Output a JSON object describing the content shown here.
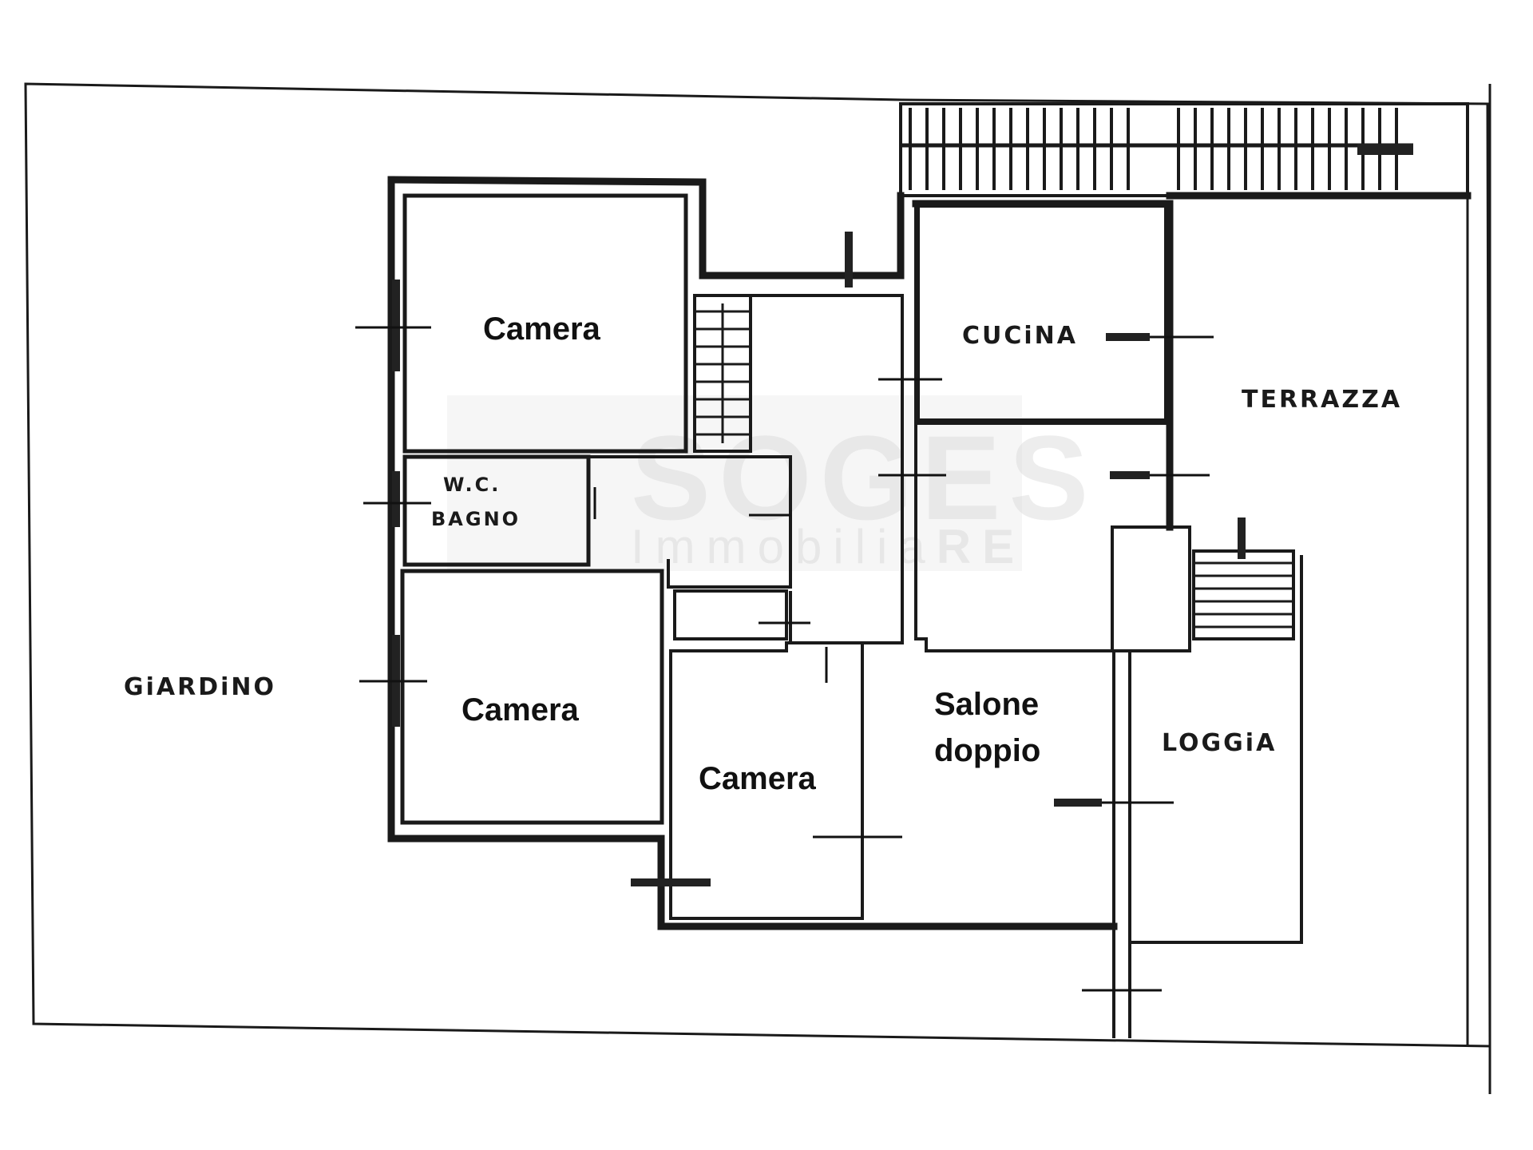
{
  "labels": {
    "giardino": "GiARDiNO",
    "terrazza": "TERRAZZA",
    "cucina": "CUCiNA",
    "loggia": "LOGGiA",
    "wc": "W.C.",
    "bagno": "BAGNO",
    "camera_top": "Camera",
    "camera_left": "Camera",
    "camera_bottom": "Camera",
    "salone_line1": "Salone",
    "salone_line2": "doppio"
  },
  "watermark": {
    "brand": "SOGES",
    "sub_light": "Immobilia",
    "sub_bold": "RE"
  }
}
